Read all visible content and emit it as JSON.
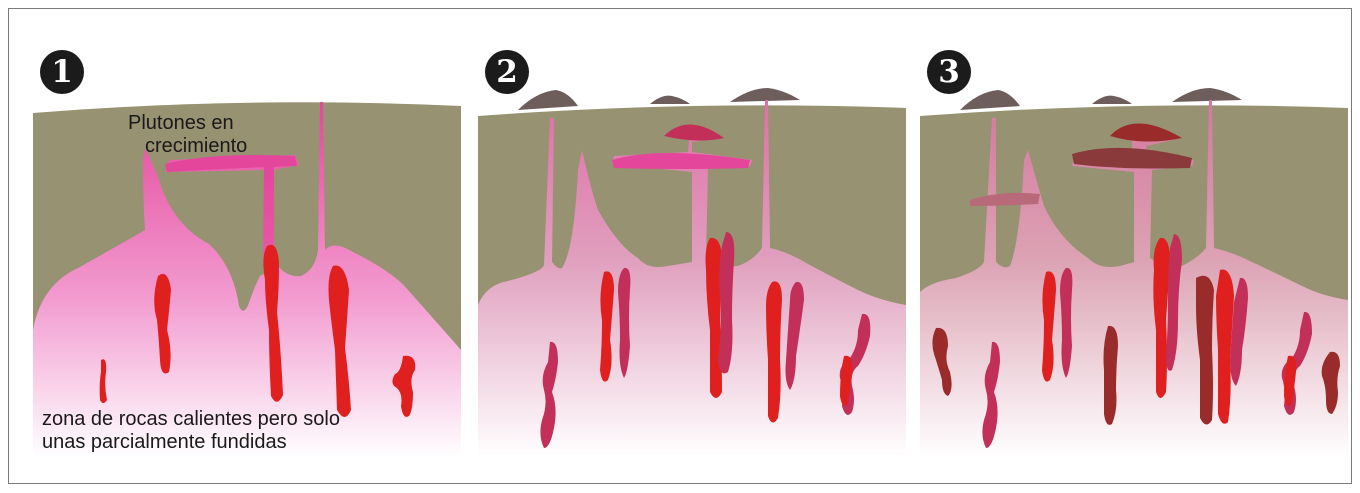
{
  "panels": [
    {
      "number": "1"
    },
    {
      "number": "2"
    },
    {
      "number": "3"
    }
  ],
  "labels": {
    "growing_plutons_line1": "Plutones en",
    "growing_plutons_line2": "crecimiento",
    "hot_rocks_line1": "zona de rocas calientes pero solo",
    "hot_rocks_line2": "unas parcialmente fundidas"
  },
  "colors": {
    "crust": "#979271",
    "volcano": "#6d5e5b",
    "magma_pink": "#e4469b",
    "partial_melt": "#f06fb8",
    "melt_red": "#e0201e",
    "melt_magenta": "#c2305a",
    "melt_dark": "#9a2b2b"
  }
}
